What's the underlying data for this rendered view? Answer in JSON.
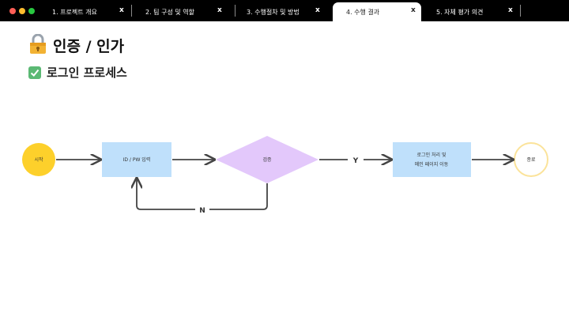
{
  "tabs": [
    {
      "label": "1. 프로젝트 개요",
      "close": "x"
    },
    {
      "label": "2. 팀 구성 및 역할",
      "close": "x"
    },
    {
      "label": "3. 수행절차 및 방법",
      "close": "x"
    },
    {
      "label": "4. 수행 결과",
      "close": "x"
    },
    {
      "label": "5. 자체 평가 의견",
      "close": "x"
    }
  ],
  "active_tab": "4. 수행 결과",
  "page": {
    "title": "인증 / 인가",
    "subtitle": "로그인 프로세스"
  },
  "flowchart": {
    "start": "시작",
    "input": "ID / PW 입력",
    "verify": "검증",
    "process_line1": "로그인 처리 및",
    "process_line2": "메인 페이지 이동",
    "end": "종료",
    "yes_label": "Y",
    "no_label": "N"
  },
  "colors": {
    "start_fill": "#fdd02b",
    "box_fill": "#bfe0fb",
    "diamond_fill": "#e3c8fb",
    "end_stroke": "#fbe39a",
    "edge": "#444444"
  },
  "icons": [
    "lock-icon",
    "check-icon",
    "close-icon"
  ]
}
